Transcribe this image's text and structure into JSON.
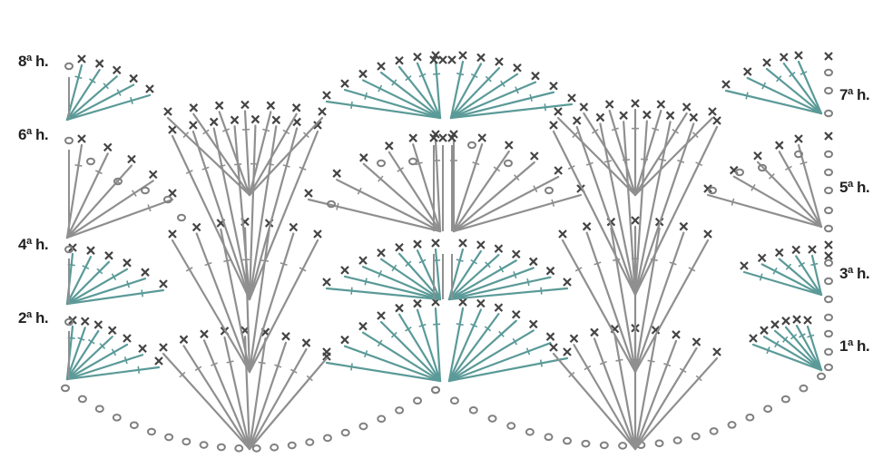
{
  "row_labels": {
    "row8": "8ª h.",
    "row6": "6ª h.",
    "row4": "4ª h.",
    "row2": "2ª h.",
    "row7": "7ª h.",
    "row5": "5ª h.",
    "row3": "3ª h.",
    "row1": "1ª h."
  },
  "colors": {
    "background": "#ffffff",
    "fan_stitch": "#5a9a98",
    "long_stitch": "#8f8f8f",
    "chain": "#808080",
    "single_crochet": "#444444",
    "label": "#222222"
  }
}
